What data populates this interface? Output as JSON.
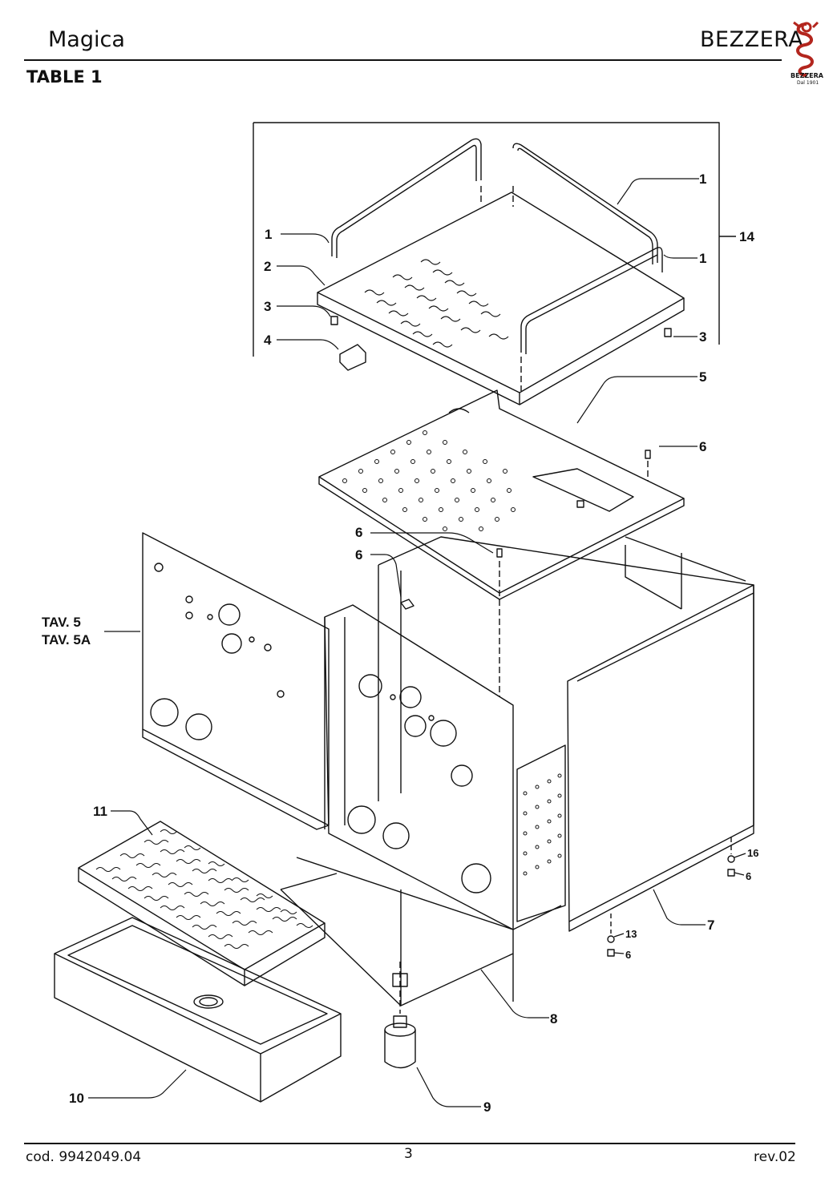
{
  "header": {
    "title": "Magica",
    "brand": "BEZZERA",
    "table_label": "TABLE 1",
    "logo": {
      "icon": "bezzera-serpent-logo",
      "word": "BEZZERA",
      "since": "Dal 1901",
      "color": "#b3261e"
    }
  },
  "diagram": {
    "part_labels": [
      "1",
      "1",
      "1",
      "2",
      "3",
      "3",
      "4",
      "5",
      "6",
      "6",
      "6",
      "14",
      "7",
      "8",
      "9",
      "10",
      "11",
      "13",
      "6",
      "16",
      "6"
    ],
    "reference": {
      "line1": "TAV. 5",
      "line2": "TAV. 5A"
    }
  },
  "footer": {
    "code": "cod. 9942049.04",
    "page": "3",
    "revision": "rev.02"
  }
}
